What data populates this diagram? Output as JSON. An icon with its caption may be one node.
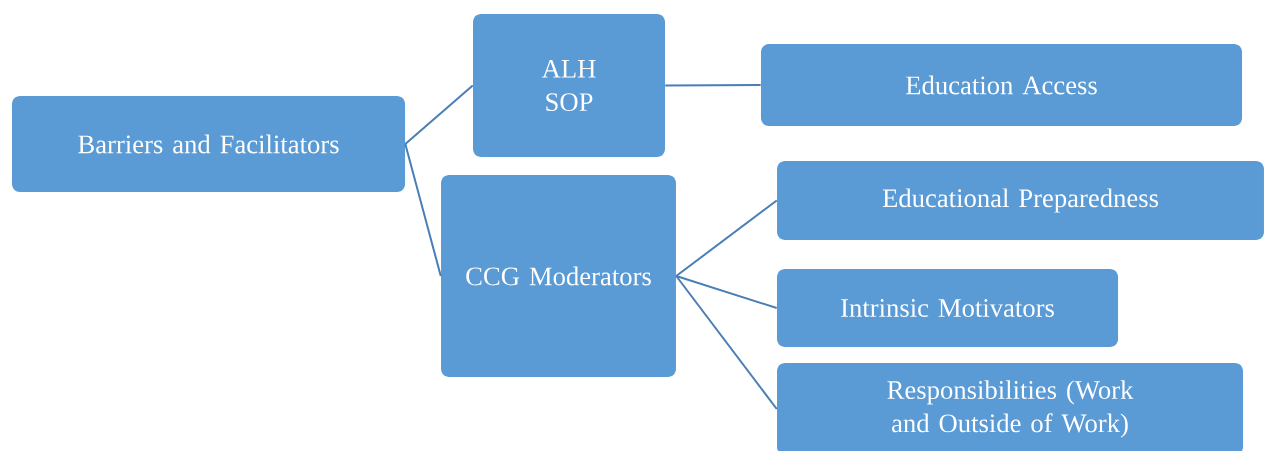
{
  "diagram": {
    "nodes": [
      {
        "text": [
          "Barriers and Facilitators"
        ]
      },
      {
        "text": [
          "ALH",
          "SOP"
        ]
      },
      {
        "text": [
          "CCG Moderators"
        ]
      },
      {
        "text": [
          "Education Access"
        ]
      },
      {
        "text": [
          "Educational Preparedness"
        ]
      },
      {
        "text": [
          "Intrinsic Motivators"
        ]
      },
      {
        "text": [
          "Responsibilities (Work and Outside of Work)"
        ]
      }
    ],
    "edges": [
      {
        "from": 0,
        "to": 1,
        "arrow": "none"
      },
      {
        "from": 0,
        "to": 2,
        "arrow": "none"
      },
      {
        "from": 1,
        "to": 3,
        "arrow": "none"
      },
      {
        "from": 2,
        "to": 4,
        "arrow": "none"
      },
      {
        "from": 2,
        "to": 5,
        "arrow": "none"
      },
      {
        "from": 2,
        "to": 6,
        "arrow": "none"
      }
    ]
  }
}
